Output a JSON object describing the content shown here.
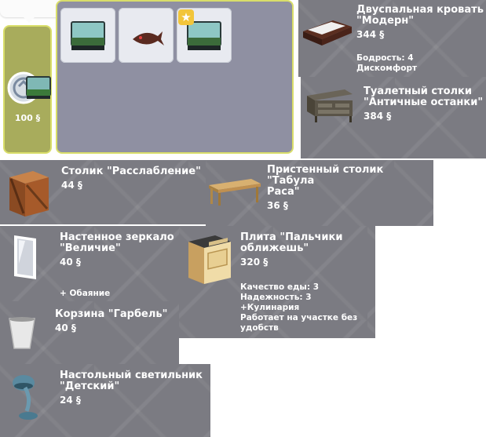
{
  "selected_item": {
    "price": "100",
    "currency": "§"
  },
  "variations": {
    "count": 3
  },
  "items": [
    {
      "title_line1": "Двуспальная кровать",
      "title_line2": "\"Модерн\"",
      "price": "344 §",
      "stats": [
        "Бодрость: 4",
        "Дискомфорт"
      ]
    },
    {
      "title_line1": "Туалетный столки",
      "title_line2": "\"Античные останки\"",
      "price": "384 §",
      "stats": []
    },
    {
      "title_line1": "Столик \"Расслабление\"",
      "title_line2": "",
      "price": "44 §",
      "stats": []
    },
    {
      "title_line1": "Пристенный столик \"Табула",
      "title_line2": "Раса\"",
      "price": "36 §",
      "stats": []
    },
    {
      "title_line1": "Настенное зеркало",
      "title_line2": "\"Величие\"",
      "price": "40 §",
      "stats": [
        "+ Обаяние"
      ]
    },
    {
      "title_line1": "Плита \"Пальчики",
      "title_line2": "оближешь\"",
      "price": "320 §",
      "stats": [
        "Качество еды: 3",
        "Надежность: 3",
        "+Кулинария",
        "Работает на участке без",
        "удобств"
      ]
    },
    {
      "title_line1": "Корзина \"Гарбель\"",
      "title_line2": "",
      "price": "40 §",
      "stats": []
    },
    {
      "title_line1": "Настольный светильник",
      "title_line2": "\"Детский\"",
      "price": "24 §",
      "stats": []
    }
  ]
}
